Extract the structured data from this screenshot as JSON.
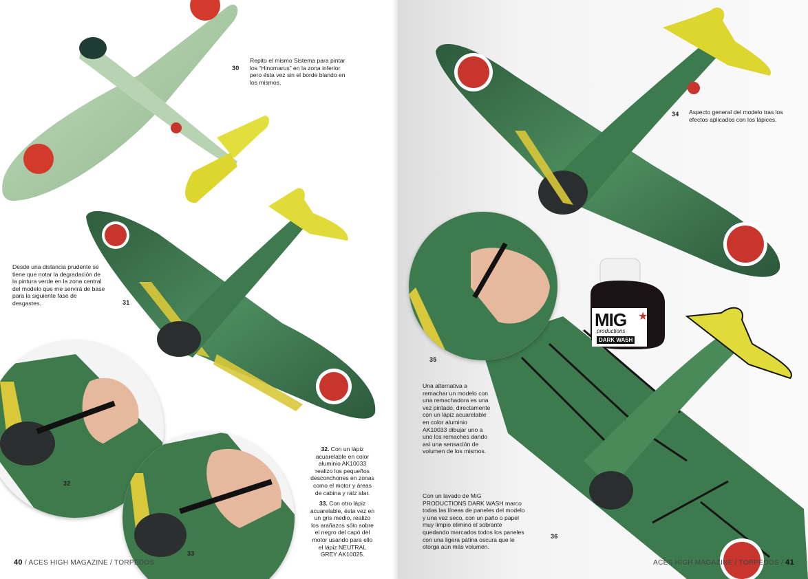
{
  "left_page": {
    "captions": {
      "c30": "Repito el mismo Sistema para pintar los “Hinomarus” en la zona inferior pero ésta vez sin el borde blando en los mismos.",
      "c31": "Desde una distancia prudente se tiene que notar la degradación de la pintura verde en la zona central del modelo que me servirá de base para la siguiente fase de desgastes.",
      "c32_num": "32.",
      "c32": "Con un lápiz acuarelable en color aluminio AK10033 realizo los pequeños desconchones en zonas como el motor y áreas de cabina y raíz alar.",
      "c33_num": "33.",
      "c33": "Con otro lápiz acuarelable, ésta vez en un gris medio, realizo los arañazos sólo sobre el negro del capó del motor usando para ello el lápiz NEUTRAL GREY AK10025."
    },
    "figure_numbers": {
      "f30": "30",
      "f31": "31",
      "f32": "32",
      "f33": "33"
    },
    "folio": {
      "number": "40",
      "text": "/  ACES HIGH MAGAZINE  /  TORPEDOS"
    }
  },
  "right_page": {
    "captions": {
      "c34": "Aspecto general del modelo tras los efectos aplicados con los lápices.",
      "c35": "Una alternativa a remachar un modelo con una remachadora es una vez pintado, directamente con un lápiz acuarelable en color aluminio AK10033 dibujar uno a uno los remaches dando así una sensación de volumen de los mismos.",
      "c36": "Con un lavado de MiG PRODUCTIONS DARK WASH marco todas las líneas de paneles del modelo y una vez seco, con un paño o papel muy limpio elimino el sobrante quedando marcados todos los paneles con una ligera pátina oscura que le otorga aún más volumen."
    },
    "figure_numbers": {
      "f34": "34",
      "f35": "35",
      "f36": "36"
    },
    "bottle": {
      "brand": "MIG",
      "sub": "productions",
      "product": "DARK WASH"
    },
    "folio": {
      "text": "ACES HIGH MAGAZINE  /  TORPEDOS  /",
      "number": "41"
    }
  },
  "colors": {
    "green_dark": "#2f5a3a",
    "green_light": "#9fc39a",
    "yellow": "#d8d22a",
    "hinomaru": "#c8352c",
    "cowling": "#2b2f2f"
  }
}
